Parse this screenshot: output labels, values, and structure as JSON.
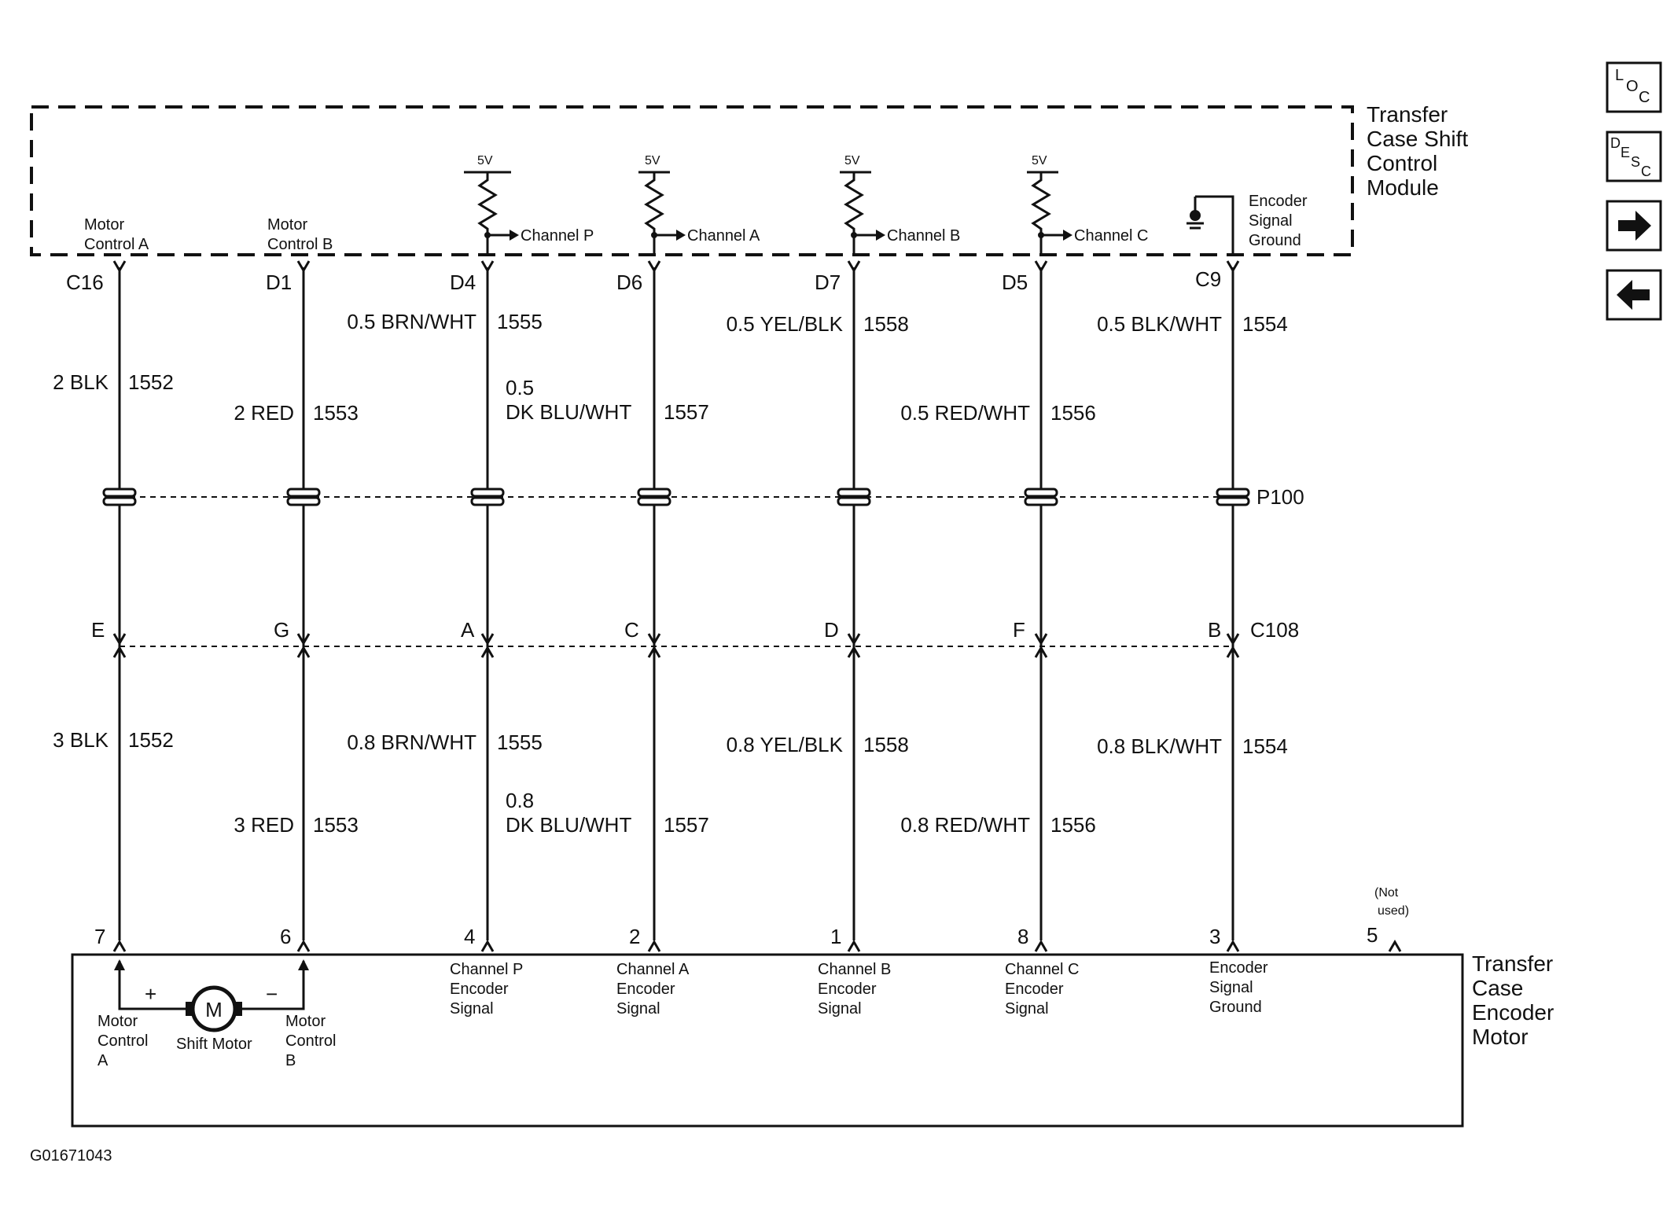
{
  "module": {
    "title": [
      "Transfer",
      "Case Shift",
      "Control",
      "Module"
    ],
    "supply_label": "5V",
    "pin_labels": {
      "motor_a": [
        "Motor",
        "Control A"
      ],
      "motor_b": [
        "Motor",
        "Control B"
      ],
      "channel_p": "Channel P",
      "channel_a": "Channel A",
      "channel_b": "Channel B",
      "channel_c": "Channel C",
      "enc_ground": [
        "Encoder",
        "Signal",
        "Ground"
      ]
    }
  },
  "module_pins": [
    "C16",
    "D1",
    "D4",
    "D6",
    "D7",
    "D5",
    "C9"
  ],
  "upper_wires": [
    {
      "size": "2 BLK",
      "circuit": "1552"
    },
    {
      "size": "2 RED",
      "circuit": "1553"
    },
    {
      "size": "0.5 BRN/WHT",
      "circuit": "1555"
    },
    {
      "size_line1": "0.5",
      "size_line2": "DK BLU/WHT",
      "circuit": "1557"
    },
    {
      "size": "0.5 YEL/BLK",
      "circuit": "1558"
    },
    {
      "size": "0.5 RED/WHT",
      "circuit": "1556"
    },
    {
      "size": "0.5 BLK/WHT",
      "circuit": "1554"
    }
  ],
  "splice_label": "P100",
  "connector": {
    "name": "C108",
    "pins": [
      "E",
      "G",
      "A",
      "C",
      "D",
      "F",
      "B"
    ]
  },
  "lower_wires": [
    {
      "size": "3 BLK",
      "circuit": "1552"
    },
    {
      "size": "3 RED",
      "circuit": "1553"
    },
    {
      "size": "0.8 BRN/WHT",
      "circuit": "1555"
    },
    {
      "size_line1": "0.8",
      "size_line2": "DK BLU/WHT",
      "circuit": "1557"
    },
    {
      "size": "0.8 YEL/BLK",
      "circuit": "1558"
    },
    {
      "size": "0.8 RED/WHT",
      "circuit": "1556"
    },
    {
      "size": "0.8 BLK/WHT",
      "circuit": "1554"
    }
  ],
  "motor_pins": [
    "7",
    "6",
    "4",
    "2",
    "1",
    "8",
    "3",
    "5"
  ],
  "not_used": [
    "(Not",
    "used)"
  ],
  "motor": {
    "title": [
      "Transfer",
      "Case",
      "Encoder",
      "Motor"
    ],
    "symbol": "M",
    "plus": "+",
    "minus": "−",
    "shift_motor": "Shift Motor",
    "labels": {
      "motor_a": [
        "Motor",
        "Control",
        "A"
      ],
      "motor_b": [
        "Motor",
        "Control",
        "B"
      ],
      "channel_p": [
        "Channel P",
        "Encoder",
        "Signal"
      ],
      "channel_a": [
        "Channel A",
        "Encoder",
        "Signal"
      ],
      "channel_b": [
        "Channel B",
        "Encoder",
        "Signal"
      ],
      "channel_c": [
        "Channel C",
        "Encoder",
        "Signal"
      ],
      "enc_ground": [
        "Encoder",
        "Signal",
        "Ground"
      ]
    }
  },
  "figure_id": "G01671043",
  "nav": {
    "loc": {
      "chars": [
        "L",
        "O",
        "C"
      ],
      "icon": "loc-icon"
    },
    "desc": {
      "chars": [
        "D",
        "E",
        "S",
        "C"
      ],
      "icon": "desc-icon"
    },
    "forward": {
      "icon": "arrow-right-icon"
    },
    "back": {
      "icon": "arrow-left-icon"
    }
  }
}
